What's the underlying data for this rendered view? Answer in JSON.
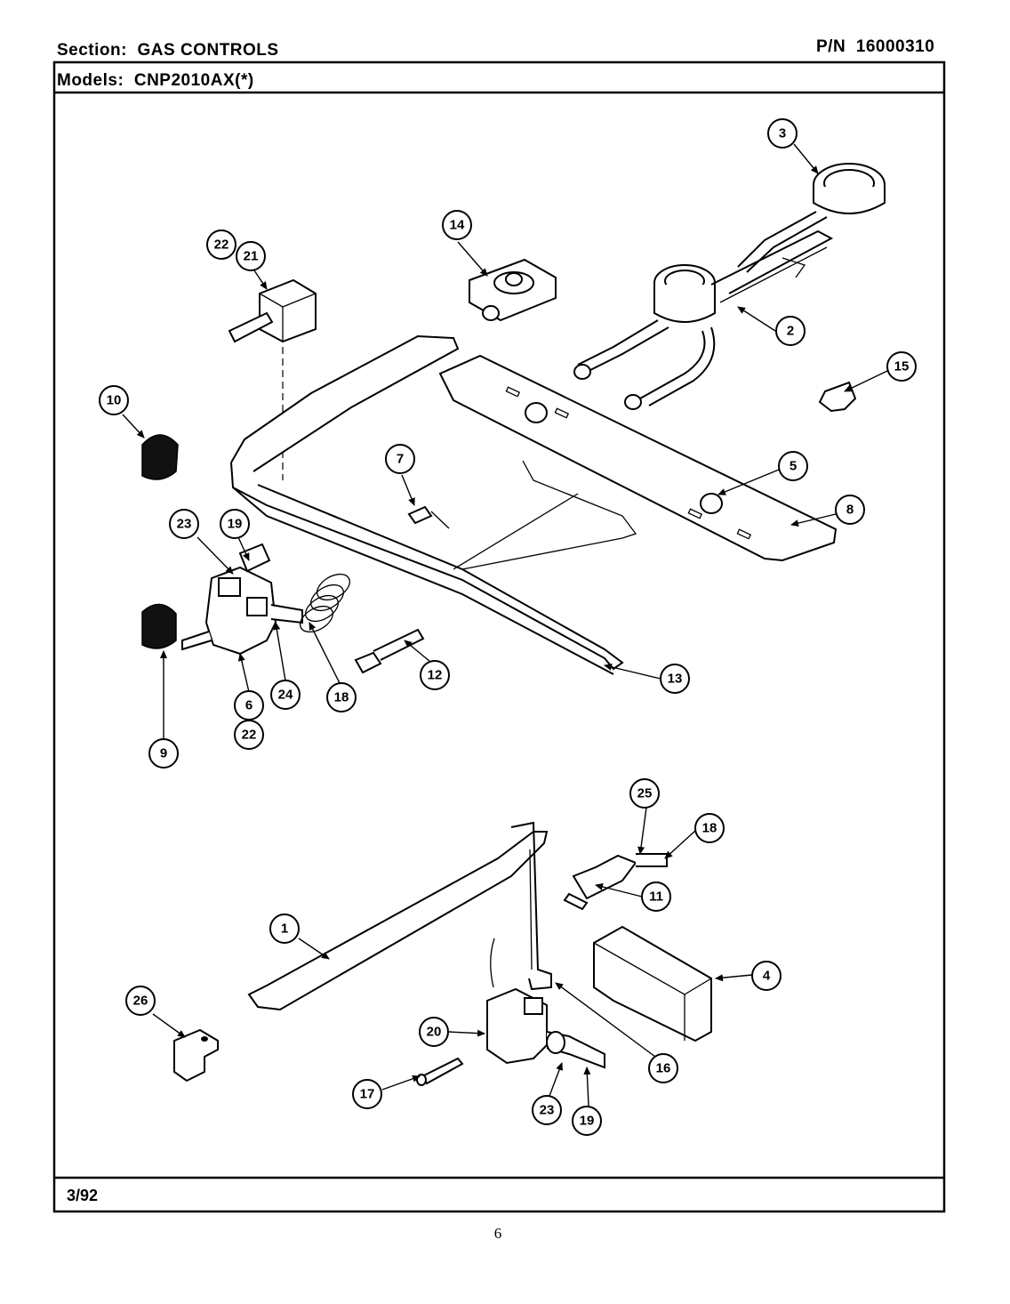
{
  "header": {
    "section_label": "Section:",
    "section_value": "GAS CONTROLS",
    "pn_label": "P/N",
    "pn_value": "16000310",
    "models_label": "Models:",
    "models_value": "CNP2010AX(*)"
  },
  "footer": {
    "date": "3/92",
    "page_number": "6"
  },
  "callouts": {
    "c3": "3",
    "c14": "14",
    "c22a": "22",
    "c21": "21",
    "c2": "2",
    "c15": "15",
    "c10": "10",
    "c7": "7",
    "c5": "5",
    "c8": "8",
    "c23a": "23",
    "c19a": "19",
    "c12": "12",
    "c13": "13",
    "c24": "24",
    "c18a": "18",
    "c6": "6",
    "c22b": "22",
    "c9": "9",
    "c25": "25",
    "c18b": "18",
    "c11": "11",
    "c1": "1",
    "c4": "4",
    "c26": "26",
    "c20": "20",
    "c16": "16",
    "c17": "17",
    "c23b": "23",
    "c19b": "19"
  }
}
